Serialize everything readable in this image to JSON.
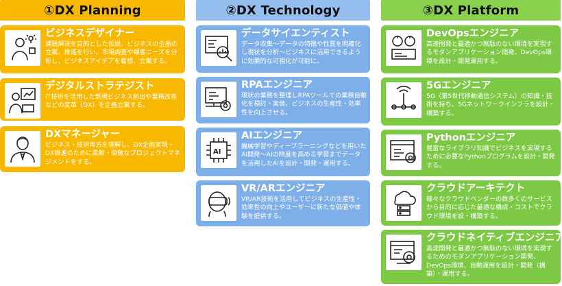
{
  "columns": [
    {
      "header": "①DX Planning",
      "accent": "#F9B800",
      "cards": [
        {
          "title": "ビジネスデザイナー",
          "desc": "課題解決を目的とした仮説、ビジネスの企画の立案、推進を行い、市場調査や顧客ニーズを分析し、ビジネスアイデアを着想、立案する。",
          "icon": "designer-icon"
        },
        {
          "title": "デジタルストラテジスト",
          "desc": "IT技術を活用した新規ビジネス創出や業務改善などの変革（DX）を企画立案する。",
          "icon": "strategist-icon"
        },
        {
          "title": "DXマネージャー",
          "desc": "ビジネス・技術両方を理解し、DX企画実現・DX推進のために柔軟・俊敏なプロジェクトマネジメントをする。",
          "icon": "manager-icon"
        }
      ]
    },
    {
      "header": "②DX Technology",
      "accent": "#7FAFE8",
      "cards": [
        {
          "title": "データサイエンティスト",
          "desc": "データ収集～データの特徴や性質を明確化し現状を分析～ビジネスに活用できるように効果的な可視化が可能に。",
          "icon": "data-analysis-icon"
        },
        {
          "title": "RPAエンジニア",
          "desc": "現状の業務を整理しRPAツールでの業務自動化を検討・実装、ビジネスの生産性・効率性を向上させる。",
          "icon": "rpa-icon"
        },
        {
          "title": "AIエンジニア",
          "desc": "機械学習やディープラーニングなどを用いたAI開発～AIの精度を高める学習までデータを活用したAIを設計・開発・運用する。",
          "icon": "ai-chip-icon"
        },
        {
          "title": "VR/ARエンジニア",
          "desc": "VR/AR技術を活用してビジネスの生産性・効率性の向上やユーザーに新たな価値や体験を提供する。",
          "icon": "vr-headset-icon"
        }
      ]
    },
    {
      "header": "③DX Platform",
      "accent": "#7DC845",
      "cards": [
        {
          "title": "DevOpsエンジニア",
          "desc": "高速開発と最適かつ無駄のない環境を実現するモダンアプリケーション開発、DevOps環境を設計・開発運用する。",
          "icon": "devops-icon"
        },
        {
          "title": "5Gエンジニア",
          "desc": "5G（第5世代移動通信システム）の知識・技術を持ち、5Gネットワークインフラを設計・構築する。",
          "icon": "5g-network-icon"
        },
        {
          "title": "Pythonエンジニア",
          "desc": "豊富なライブラリ知識でビジネスを実現するために必要なPythonプログラムを設計・開発する。",
          "icon": "python-code-icon"
        },
        {
          "title": "クラウドアーキテクト",
          "desc": "様々なクラウドベンダーの数多くのサービスから目的に応じた最適な構成・コストでクラウド環境を設・構築する。",
          "icon": "cloud-server-icon"
        },
        {
          "title": "クラウドネイティブエンジニア",
          "desc": "高速開発と最適かつ無駄のない環境を実現するためのモダンアプリケーション開発、DevOps環境、自動運用を設計・開発（構築）・運用する。",
          "icon": "cloud-native-icon"
        }
      ]
    }
  ]
}
